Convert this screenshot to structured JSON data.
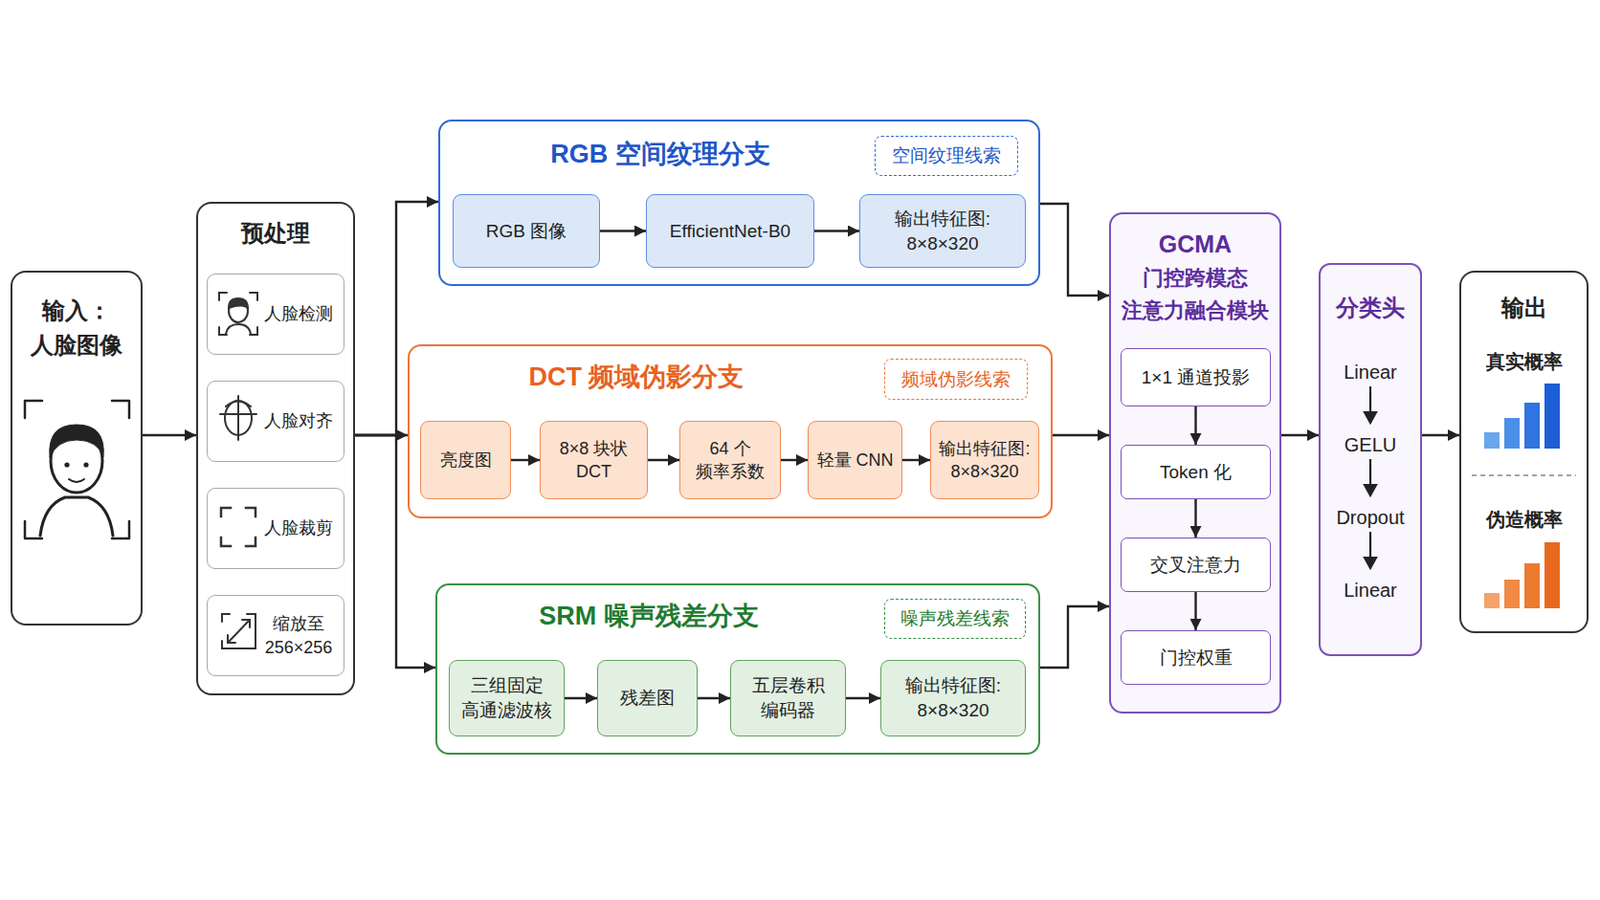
{
  "diagram": {
    "nodes": [
      {
        "text": [
          "输入： 人脸图像"
        ]
      },
      {
        "text": [
          "预处理"
        ]
      },
      {
        "text": [
          "人脸检测"
        ],
        "in": 1
      },
      {
        "text": [
          "人脸对齐"
        ],
        "in": 1
      },
      {
        "text": [
          "人脸裁剪"
        ],
        "in": 1
      },
      {
        "text": [
          "缩放至 256×256"
        ],
        "in": 1
      },
      {
        "text": [
          "RGB 空间纹理分支"
        ]
      },
      {
        "text": [
          "空间纹理线索"
        ],
        "in": 6
      },
      {
        "text": [
          "RGB 图像"
        ],
        "in": 6
      },
      {
        "text": [
          "EfficientNet-B0"
        ],
        "in": 6
      },
      {
        "text": [
          "输出特征图: 8×8×320"
        ],
        "in": 6
      },
      {
        "text": [
          "DCT 频域伪影分支"
        ]
      },
      {
        "text": [
          "频域伪影线索"
        ],
        "in": 11
      },
      {
        "text": [
          "亮度图"
        ],
        "in": 11
      },
      {
        "text": [
          "8×8 块状 DCT"
        ],
        "in": 11
      },
      {
        "text": [
          "64 个 频率系数"
        ],
        "in": 11
      },
      {
        "text": [
          "轻量 CNN"
        ],
        "in": 11
      },
      {
        "text": [
          "输出特征图: 8×8×320"
        ],
        "in": 11
      },
      {
        "text": [
          "SRM 噪声残差分支"
        ]
      },
      {
        "text": [
          "噪声残差线索"
        ],
        "in": 18
      },
      {
        "text": [
          "三组固定 高通滤波核"
        ],
        "in": 18
      },
      {
        "text": [
          "残差图"
        ],
        "in": 18
      },
      {
        "text": [
          "五层卷积 编码器"
        ],
        "in": 18
      },
      {
        "text": [
          "输出特征图: 8×8×320"
        ],
        "in": 18
      },
      {
        "text": [
          "GCMA",
          "门控跨模态 注意力融合模块"
        ]
      },
      {
        "text": [
          "1×1 通道投影"
        ],
        "in": 24
      },
      {
        "text": [
          "Token 化"
        ],
        "in": 24
      },
      {
        "text": [
          "交叉注意力"
        ],
        "in": 24
      },
      {
        "text": [
          "门控权重"
        ],
        "in": 24
      },
      {
        "text": [
          "分类头"
        ]
      },
      {
        "text": [
          "输出",
          "真实概率",
          "伪造概率"
        ]
      }
    ],
    "edges": [
      {
        "from": 0,
        "to": 1,
        "arrow": "to"
      },
      {
        "from": 1,
        "to": 6,
        "arrow": "to"
      },
      {
        "from": 1,
        "to": 11,
        "arrow": "to"
      },
      {
        "from": 1,
        "to": 18,
        "arrow": "to"
      },
      {
        "from": 8,
        "to": 9,
        "arrow": "to"
      },
      {
        "from": 9,
        "to": 10,
        "arrow": "to"
      },
      {
        "from": 13,
        "to": 14,
        "arrow": "to"
      },
      {
        "from": 14,
        "to": 15,
        "arrow": "to"
      },
      {
        "from": 15,
        "to": 16,
        "arrow": "to"
      },
      {
        "from": 16,
        "to": 17,
        "arrow": "to"
      },
      {
        "from": 20,
        "to": 21,
        "arrow": "to"
      },
      {
        "from": 21,
        "to": 22,
        "arrow": "to"
      },
      {
        "from": 22,
        "to": 23,
        "arrow": "to"
      },
      {
        "from": 6,
        "to": 24,
        "arrow": "to"
      },
      {
        "from": 11,
        "to": 24,
        "arrow": "to"
      },
      {
        "from": 18,
        "to": 24,
        "arrow": "to"
      },
      {
        "from": 25,
        "to": 26,
        "arrow": "to"
      },
      {
        "from": 26,
        "to": 27,
        "arrow": "to"
      },
      {
        "from": 27,
        "to": 28,
        "arrow": "to"
      },
      {
        "from": 24,
        "to": 29,
        "arrow": "to"
      },
      {
        "from": 29,
        "to": 30,
        "arrow": "to"
      }
    ],
    "labels": [
      "Linear",
      "GELU",
      "Dropout",
      "Linear"
    ]
  }
}
